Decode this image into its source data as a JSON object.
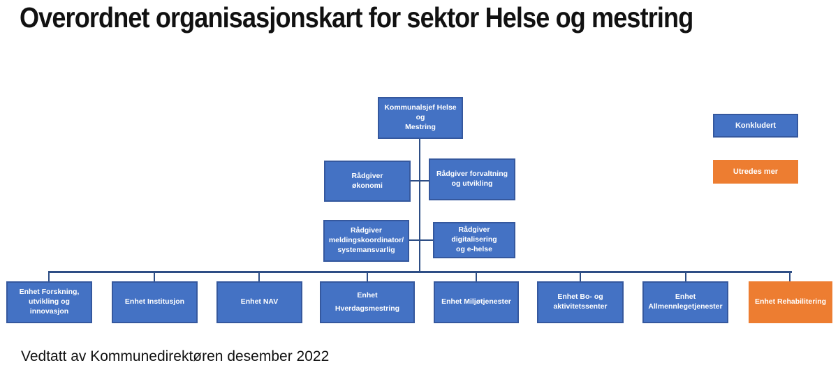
{
  "title": "Overordnet organisasjonskart for sektor Helse og mestring",
  "footer": "Vedtatt av Kommunedirektøren desember 2022",
  "legend": {
    "items": [
      {
        "label": "Konkludert",
        "color": "#4472C4"
      },
      {
        "label": "Utredes mer",
        "color": "#ED7D31"
      }
    ]
  },
  "org": {
    "root": {
      "label": "Kommunalsjef Helse og\nMestring"
    },
    "advisors": [
      {
        "label": "Rådgiver\nøkonomi"
      },
      {
        "label": "Rådgiver forvaltning\nog utvikling"
      },
      {
        "label": "Rådgiver\nmeldingskoordinator/\nsystemansvarlig"
      },
      {
        "label": "Rådgiver\ndigitalisering\nog e-helse"
      }
    ],
    "units": [
      {
        "label": "Enhet Forskning,\nutvikling og innovasjon",
        "status": "Konkludert"
      },
      {
        "label": "Enhet Institusjon",
        "status": "Konkludert"
      },
      {
        "label": "Enhet NAV",
        "status": "Konkludert"
      },
      {
        "label": "Enhet\nHverdagsmestring",
        "status": "Konkludert"
      },
      {
        "label": "Enhet Miljøtjenester",
        "status": "Konkludert"
      },
      {
        "label": "Enhet Bo- og\naktivitetssenter",
        "status": "Konkludert"
      },
      {
        "label": "Enhet\nAllmennlegetjenester",
        "status": "Konkludert"
      },
      {
        "label": "Enhet Rehabilitering",
        "status": "Utredes mer"
      }
    ]
  },
  "colors": {
    "box_blue": "#4472C4",
    "box_blue_border": "#35589E",
    "box_orange": "#ED7D31",
    "connector": "#2E4E85",
    "box_text": "#FFFFFF",
    "title_text": "#111111"
  }
}
